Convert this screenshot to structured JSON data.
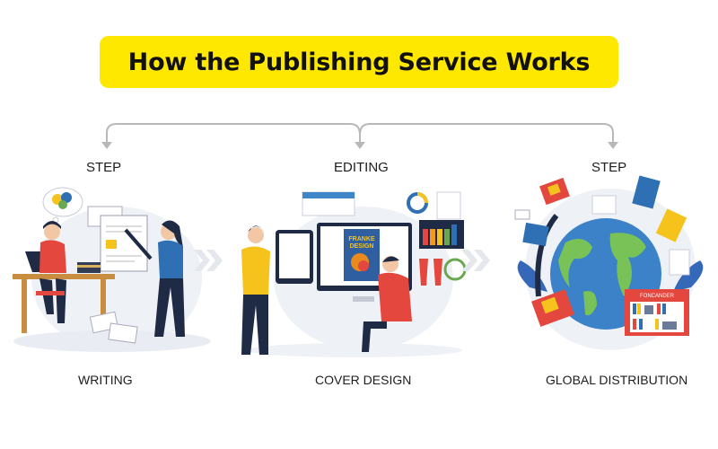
{
  "title": "How the Publishing Service Works",
  "colors": {
    "banner": "#ffe800",
    "connector": "#b5b5b5",
    "chevron": "#e6e8ec",
    "accent_blue": "#2f6fb3",
    "accent_red": "#e4473d",
    "accent_yellow": "#f6c21c",
    "navy": "#1f2a44"
  },
  "steps": [
    {
      "top_label": "STEP",
      "bottom_label": "WRITING",
      "illustration": "writing-scene"
    },
    {
      "top_label": "EDITING",
      "bottom_label": "COVER DESIGN",
      "illustration": "cover-design-scene"
    },
    {
      "top_label": "STEP",
      "bottom_label": "GLOBAL DISTRIBUTION",
      "illustration": "global-distribution-scene"
    }
  ],
  "illustration_text": {
    "book_cover": "FRANKE DESIGN",
    "bookstore_sign": "FONCANDER"
  },
  "icons": {
    "flow_chevrons": "double-chevron-right",
    "connector_arrows": "arrow-down"
  }
}
